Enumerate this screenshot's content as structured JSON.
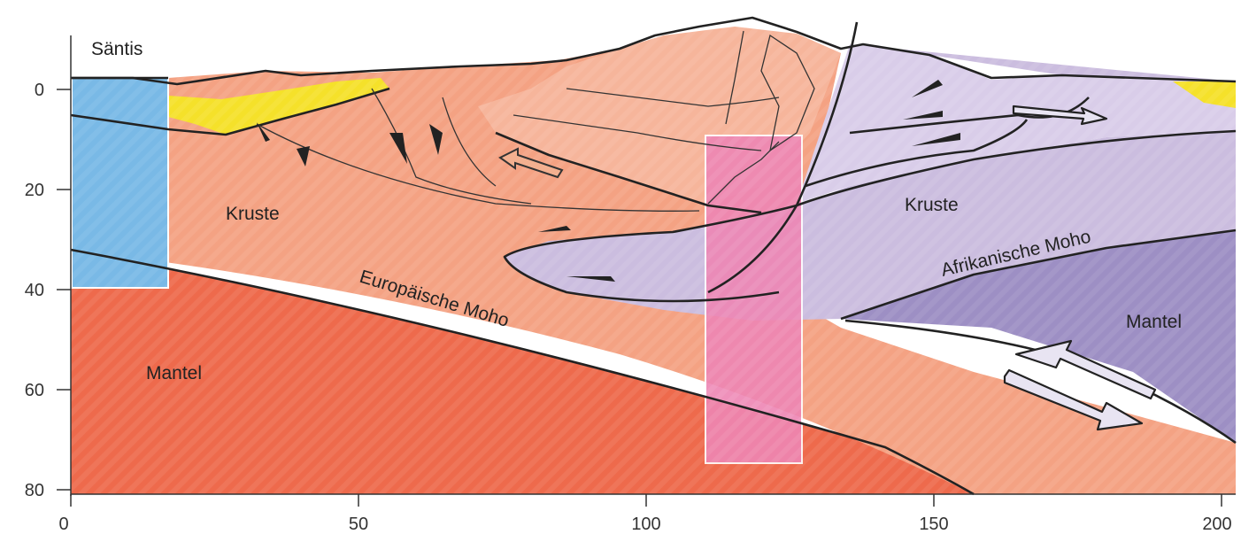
{
  "labels": {
    "saentis": "Säntis",
    "kruste_left": "Kruste",
    "kruste_right": "Kruste",
    "europaeische_moho": "Europäische Moho",
    "afrikanische_moho": "Afrikanische Moho",
    "mantel_left": "Mantel",
    "mantel_right": "Mantel"
  },
  "y_axis": {
    "ticks": [
      "0",
      "20",
      "40",
      "60",
      "80"
    ]
  },
  "x_axis": {
    "ticks": [
      "0",
      "50",
      "100",
      "150",
      "200"
    ]
  },
  "colors": {
    "european_crust": "#f4a283",
    "european_mantle": "#ee6a4c",
    "african_crust": "#cbbddf",
    "african_mantle": "#9d8fc4",
    "sediment": "#f5e12a",
    "blue_column": "#79b9e6",
    "pink_column": "#ee86b4"
  }
}
